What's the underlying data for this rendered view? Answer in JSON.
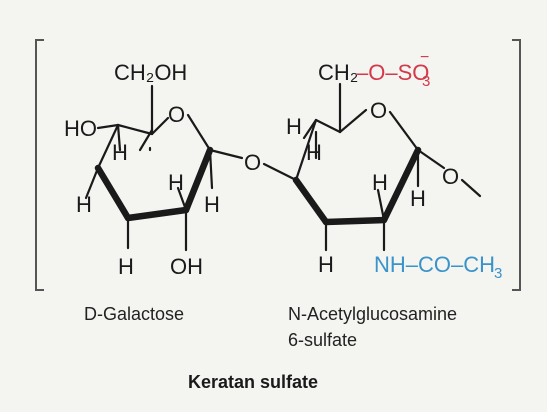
{
  "atoms": {
    "ch2oh_left": "CH₂OH",
    "ring_o_left": "O",
    "ho_left": "HO",
    "h_left_1": "H",
    "h_left_2": "H",
    "h_left_3": "H",
    "h_left_4": "H",
    "h_left_5": "H",
    "oh_left": "OH",
    "bridge_o": "O",
    "ch2_right": "CH₂",
    "dash_o_right": "–O–SO",
    "so3_sub": "3",
    "so3_charge": "−",
    "ring_o_right": "O",
    "h_right_1": "H",
    "h_right_2": "H",
    "h_right_3": "H",
    "h_right_4": "H",
    "h_right_5": "H",
    "o_right_link": "O",
    "nh_co_ch3": "NH–CO–CH",
    "ch3_sub": "3"
  },
  "labels": {
    "left_sugar": "D-Galactose",
    "right_sugar_line1": "N-Acetylglucosamine",
    "right_sugar_line2": "6-sulfate",
    "caption": "Keratan sulfate"
  },
  "colors": {
    "sulfate": "#d23a4a",
    "acetamide": "#3a93c9",
    "bonds": "#1a1a1a",
    "background": "#f4f4f1"
  }
}
